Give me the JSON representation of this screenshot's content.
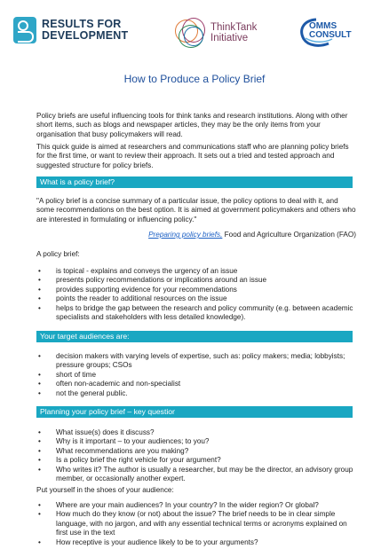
{
  "logos": {
    "r4d": {
      "line1": "RESULTS FOR",
      "line2": "DEVELOPMENT"
    },
    "thinktank": {
      "line1": "ThinkTank",
      "line2": "Initiative"
    },
    "comms": {
      "line1": "OMMS",
      "line2": "CONSULT"
    }
  },
  "title": "How to Produce a Policy Brief",
  "intro": {
    "p1": "Policy briefs are useful influencing tools for think tanks and research institutions. Along with other short items, such as blogs and newspaper articles, they may be the only items from your organisation that busy policymakers will read.",
    "p2": "This quick guide is aimed at researchers and communications staff who are planning policy briefs for the first time, or want to review their approach. It sets out a tried and tested approach and suggested structure for policy briefs."
  },
  "section1": {
    "heading": "What is a policy brief?",
    "quote": "\"A policy brief is a concise summary of a particular issue, the policy options to deal with it, and some recommendations on the best option. It is aimed at government policymakers and others who are interested in formulating or influencing policy.\"",
    "source_link": "Preparing policy briefs,",
    "source_org": " Food and Agriculture Organization (FAO)",
    "lead": "A policy brief:",
    "items": [
      "is topical - explains and conveys the urgency of an issue",
      "presents policy recommendations or implications around an issue",
      "provides supporting evidence for your recommendations",
      "points the reader to additional resources on the issue",
      "helps to bridge the gap between the research and policy community (e.g. between academic specialists and stakeholders with less detailed knowledge)."
    ]
  },
  "section2": {
    "heading": "Your target audiences are:",
    "items": [
      "decision makers with varying levels of expertise, such as: policy makers; media; lobbyists; pressure groups; CSOs",
      "short of time",
      "often non-academic and non-specialist",
      "not the general public."
    ]
  },
  "section3": {
    "heading": "Planning your policy brief – key questions to ask",
    "items": [
      "What issue(s) does it discuss?",
      "Why is it important – to your audiences; to you?",
      "What recommendations are you making?",
      "Is a policy brief the right vehicle for your argument?",
      "Who writes it? The author is usually a researcher, but may be the director, an advisory group member, or occasionally another expert."
    ],
    "lead": "Put yourself in the shoes of your audience:",
    "items2": [
      "Where are your main audiences? In your country? In the wider region? Or global?",
      "How much do they know (or not) about the issue? The brief needs to be in clear simple language, with no jargon, and with any essential technical terms or acronyms explained on first use in the text",
      "How receptive is your audience likely to be to your arguments?"
    ]
  }
}
